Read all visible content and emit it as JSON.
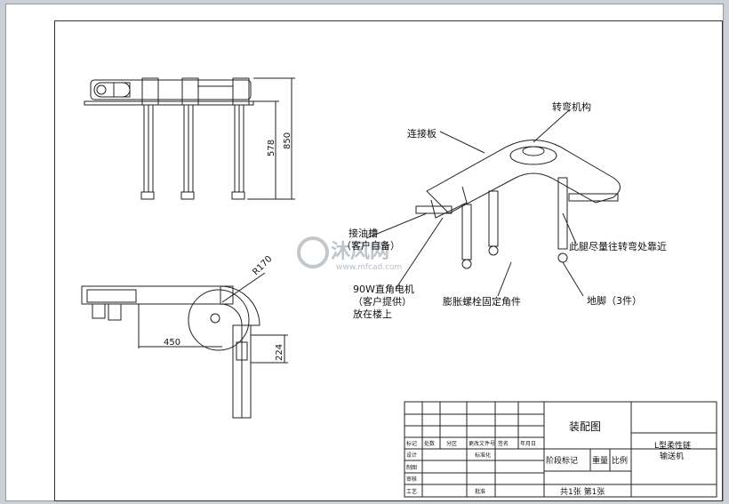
{
  "labels": {
    "turning_mechanism": "转弯机构",
    "connecting_plate": "连接板",
    "oil_groove": "接油槽",
    "oil_groove_note": "（客户自备）",
    "motor_line1": "90W直角电机",
    "motor_line2": "（客户提供）",
    "motor_line3": "放在楼上",
    "expansion_bolt": "膨胀螺栓固定角件",
    "leg_note": "此腿尽量往转弯处靠近",
    "foot": "地脚（3件）"
  },
  "dimensions": {
    "height_total": "850",
    "height_inner": "578",
    "radius": "R170",
    "length": "450",
    "width": "224"
  },
  "watermark": {
    "text": "沐风网",
    "url": "www.mfcad.com"
  },
  "title_block": {
    "drawing_name": "装配图",
    "product_name_line1": "L型柔性链",
    "product_name_line2": "输送机",
    "mark": "标记",
    "count": "处数",
    "zone": "分区",
    "change_doc": "更改文件号",
    "signature": "签名",
    "date": "年月日",
    "design": "设计",
    "standardize": "标准化",
    "drafting": "制图",
    "review": "审核",
    "process": "工艺",
    "approve": "批准",
    "stage_mark": "阶段标记",
    "weight": "重量",
    "scale": "比例",
    "sheets": "共1张 第1张"
  }
}
